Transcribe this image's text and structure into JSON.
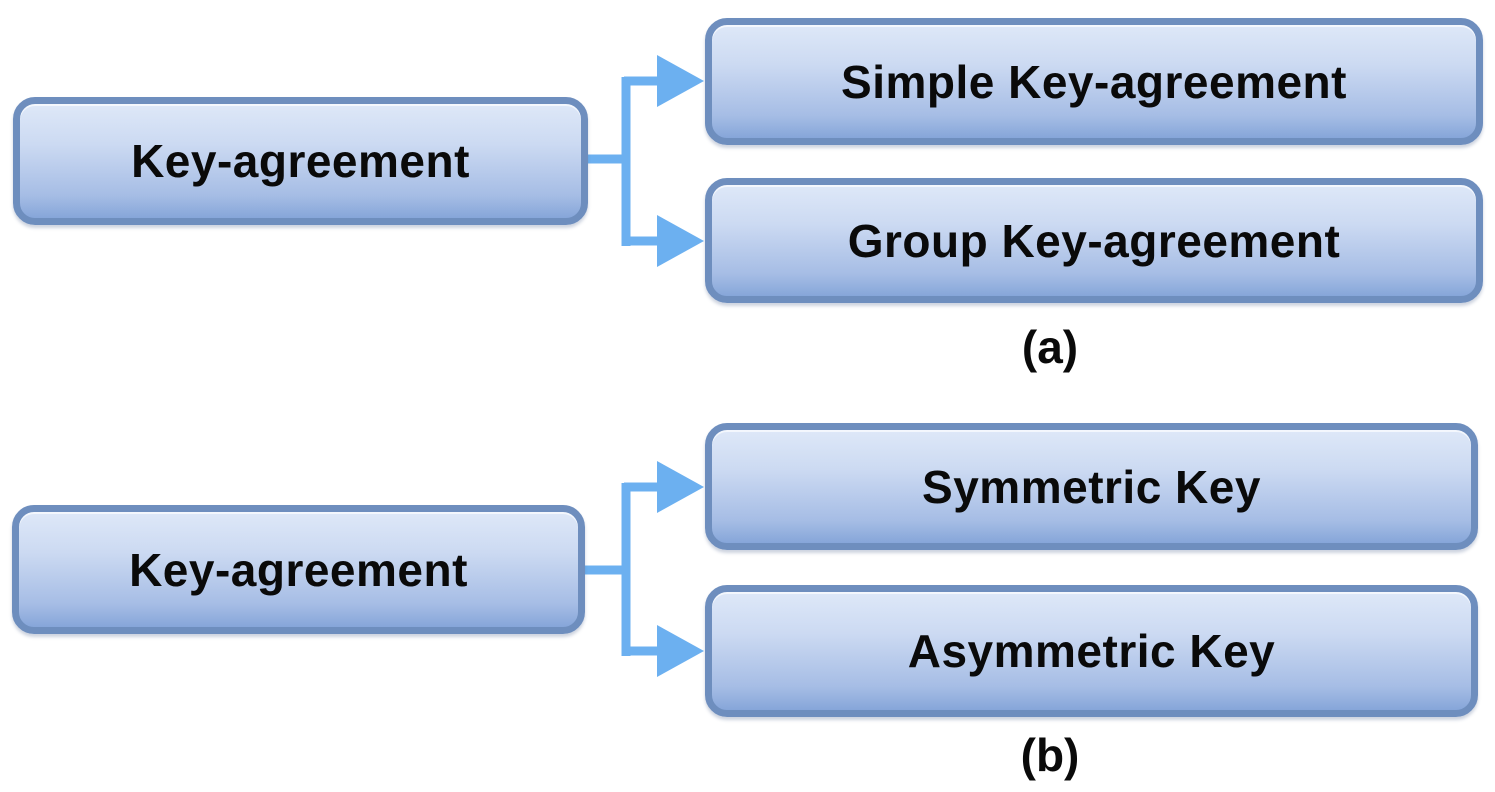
{
  "colors": {
    "background": "#FFFFFF",
    "box_fill_top": "#DEE8F8",
    "box_fill_bottom": "#86A6D9",
    "box_border": "#6E8EBE",
    "connector": "#6CB0F0",
    "text": "#0A0A0A"
  },
  "diagrams": [
    {
      "caption": "(a)",
      "root": {
        "label": "Key-agreement"
      },
      "children": [
        {
          "label": "Simple Key-agreement"
        },
        {
          "label": "Group Key-agreement"
        }
      ]
    },
    {
      "caption": "(b)",
      "root": {
        "label": "Key-agreement"
      },
      "children": [
        {
          "label": "Symmetric Key"
        },
        {
          "label": "Asymmetric Key"
        }
      ]
    }
  ]
}
